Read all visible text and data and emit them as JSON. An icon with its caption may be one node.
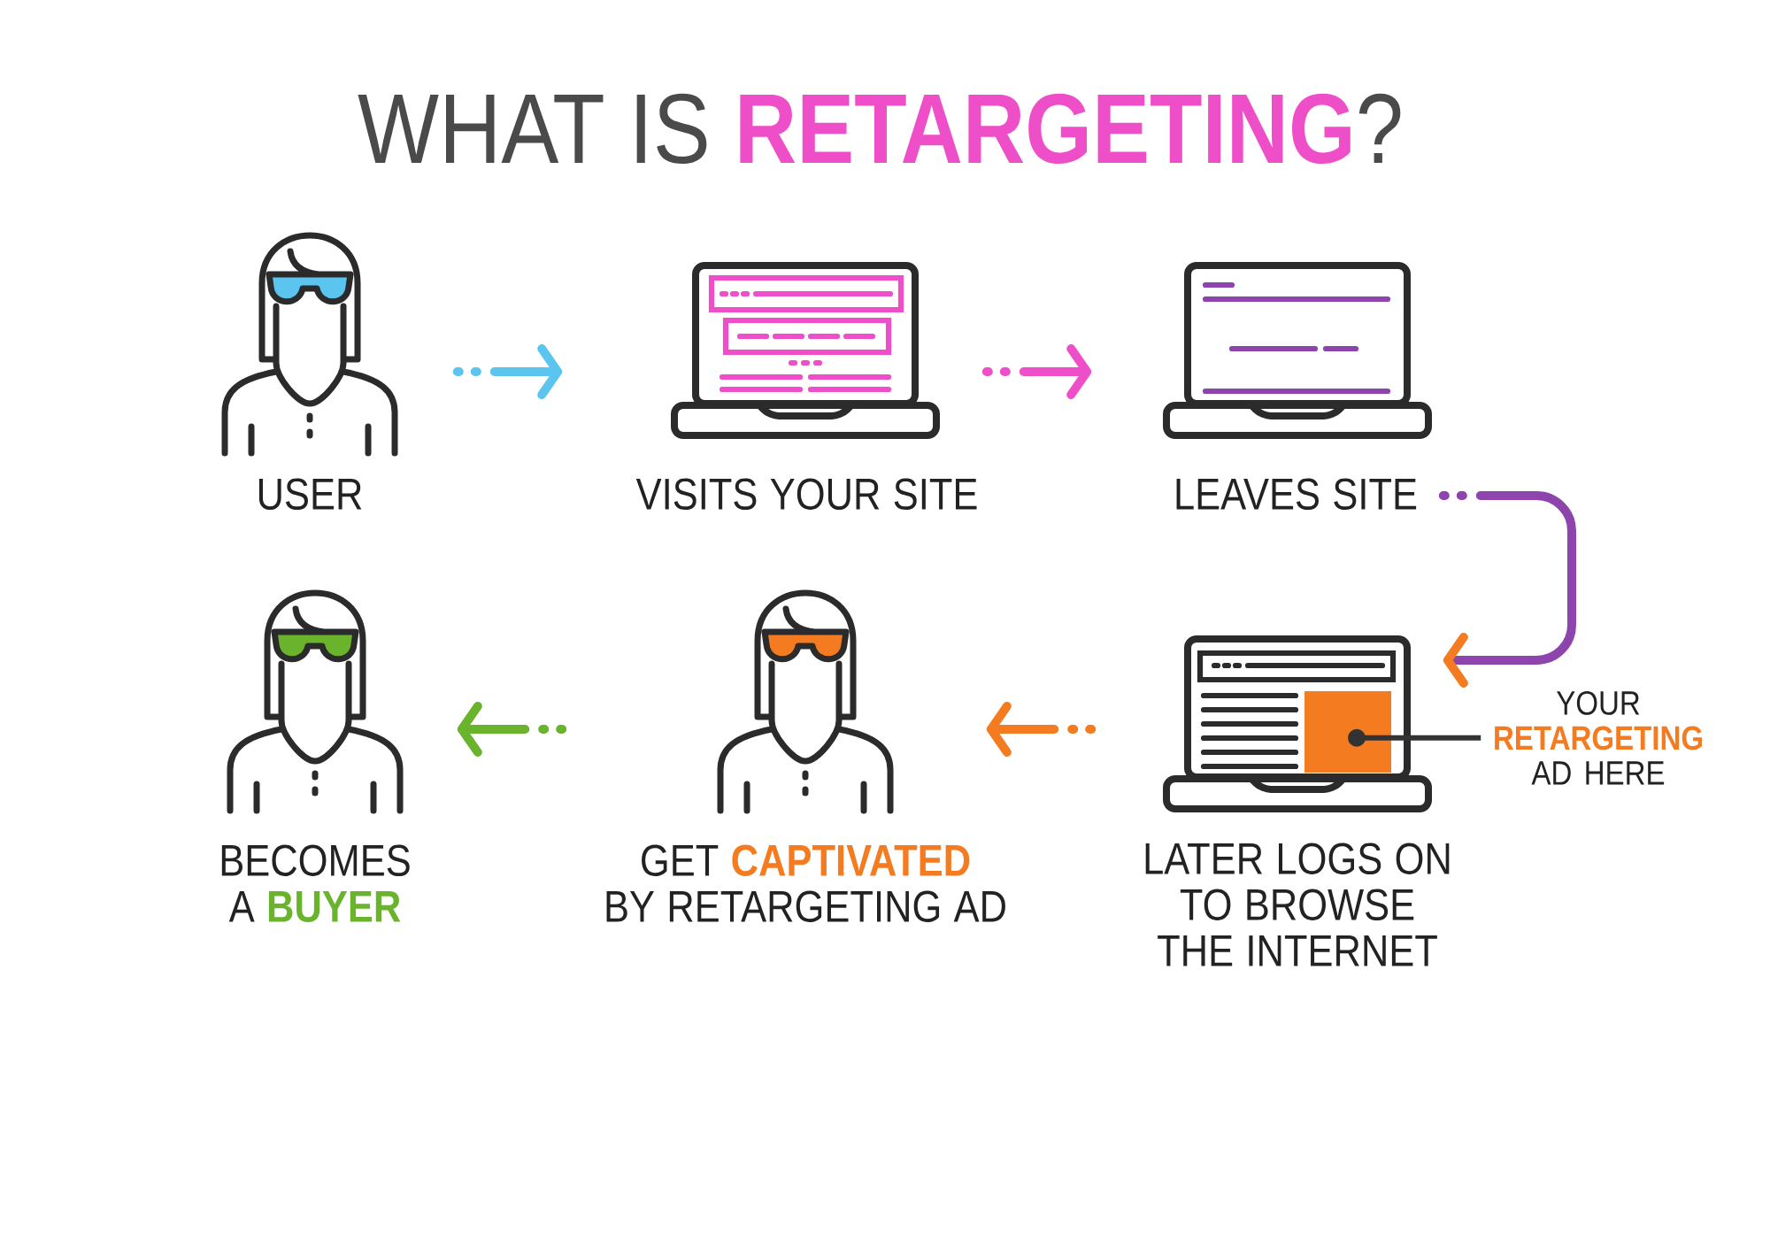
{
  "diagram": {
    "title": "WHAT IS **RETARGETING**?",
    "nodes": [
      {
        "text": [
          "USER"
        ]
      },
      {
        "text": [
          "VISITS YOUR SITE"
        ]
      },
      {
        "text": [
          "LEAVES SITE"
        ]
      },
      {
        "text": [
          "BECOMES A **BUYER**"
        ]
      },
      {
        "text": [
          "GET **CAPTIVATED** BY RETARGETING AD"
        ]
      },
      {
        "text": [
          "LATER LOGS ON TO BROWSE THE INTERNET"
        ]
      },
      {
        "text": [],
        "shape": "box",
        "in": 5
      },
      {
        "text": [
          "YOUR **RETARGETING** AD HERE"
        ]
      }
    ],
    "edges": [
      {
        "from": 0,
        "to": 1,
        "arrow": "to",
        "style": "dashed",
        "color": "#5bc5f0"
      },
      {
        "from": 1,
        "to": 2,
        "arrow": "to",
        "style": "dashed",
        "color": "#ee4fc8"
      },
      {
        "from": 2,
        "to": 5,
        "arrow": "to",
        "style": "dashed",
        "color": "#8e44ad"
      },
      {
        "from": 5,
        "to": 4,
        "arrow": "to",
        "style": "dashed",
        "color": "#f47b20"
      },
      {
        "from": 4,
        "to": 3,
        "arrow": "to",
        "style": "dashed",
        "color": "#6ab42d"
      },
      {
        "from": 7,
        "to": 6,
        "arrow": "other",
        "color": "#333333"
      }
    ]
  }
}
